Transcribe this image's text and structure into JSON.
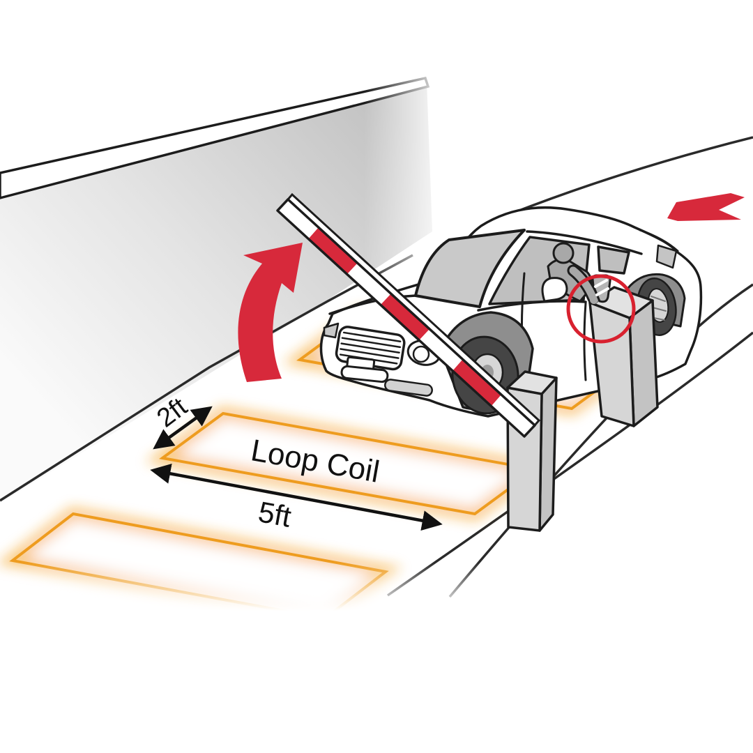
{
  "scene": {
    "description": "Barrier gate with vehicle loop coil detector diagram",
    "annotations": {
      "loop_coil_label": "Loop Coil",
      "coil_width_label": "2ft",
      "coil_length_label": "5ft"
    },
    "icons": {
      "lift_arrow": "curved-up-arrow",
      "entry_arrow": "down-left-arrow",
      "dimension_arrows": "double-headed-arrow",
      "highlight": "red-circle"
    },
    "colors": {
      "accent_red": "#d7293b",
      "highlight_red": "#d8212f",
      "coil_orange": "#ee9c1f",
      "coil_glow": "#f5a01e",
      "line_dark": "#1c1c1c",
      "post_gray": "#d6d6d6",
      "glass_gray": "#bfbfbf"
    }
  }
}
